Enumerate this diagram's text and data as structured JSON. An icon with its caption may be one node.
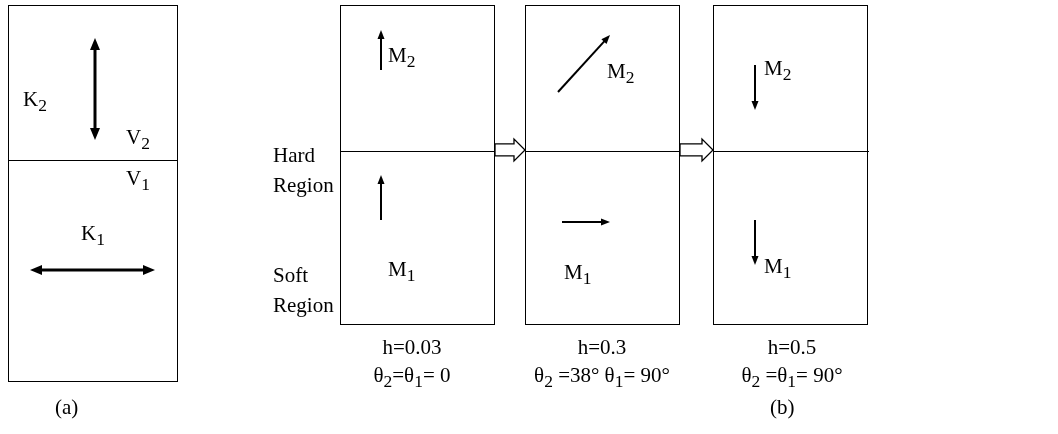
{
  "diagram": {
    "nodes": [
      {
        "text": [
          "K$_{2}$",
          "V$_{2}$"
        ]
      },
      {
        "text": [
          "V$_{1}$",
          "K$_{1}$"
        ]
      },
      {
        "text": [],
        "shape": "box",
        "beside": [
          "h=0.03",
          "θ$_{2}$=θ$_{1}$= 0"
        ]
      },
      {
        "text": [
          "M$_{2}$"
        ],
        "in": 2
      },
      {
        "text": [
          "M$_{1}$"
        ],
        "in": 2
      },
      {
        "text": [],
        "shape": "box",
        "beside": [
          "h=0.3",
          "θ$_{2}$ =38°  θ$_{1}$= 90°"
        ]
      },
      {
        "text": [
          "M$_{2}$"
        ],
        "in": 5
      },
      {
        "text": [
          "M$_{1}$"
        ],
        "in": 5
      },
      {
        "text": [],
        "shape": "box",
        "beside": [
          "h=0.5",
          "θ$_{2}$ =θ$_{1}$= 90°"
        ]
      },
      {
        "text": [
          "M$_{2}$"
        ],
        "in": 8
      },
      {
        "text": [
          "M$_{1}$"
        ],
        "in": 8
      }
    ],
    "edges": [
      {
        "from": 2,
        "to": 5,
        "arrow": "to"
      },
      {
        "from": 5,
        "to": 8,
        "arrow": "to"
      }
    ],
    "labels": [
      "Hard Region",
      "Soft Region",
      "(a)",
      "(b)"
    ]
  }
}
